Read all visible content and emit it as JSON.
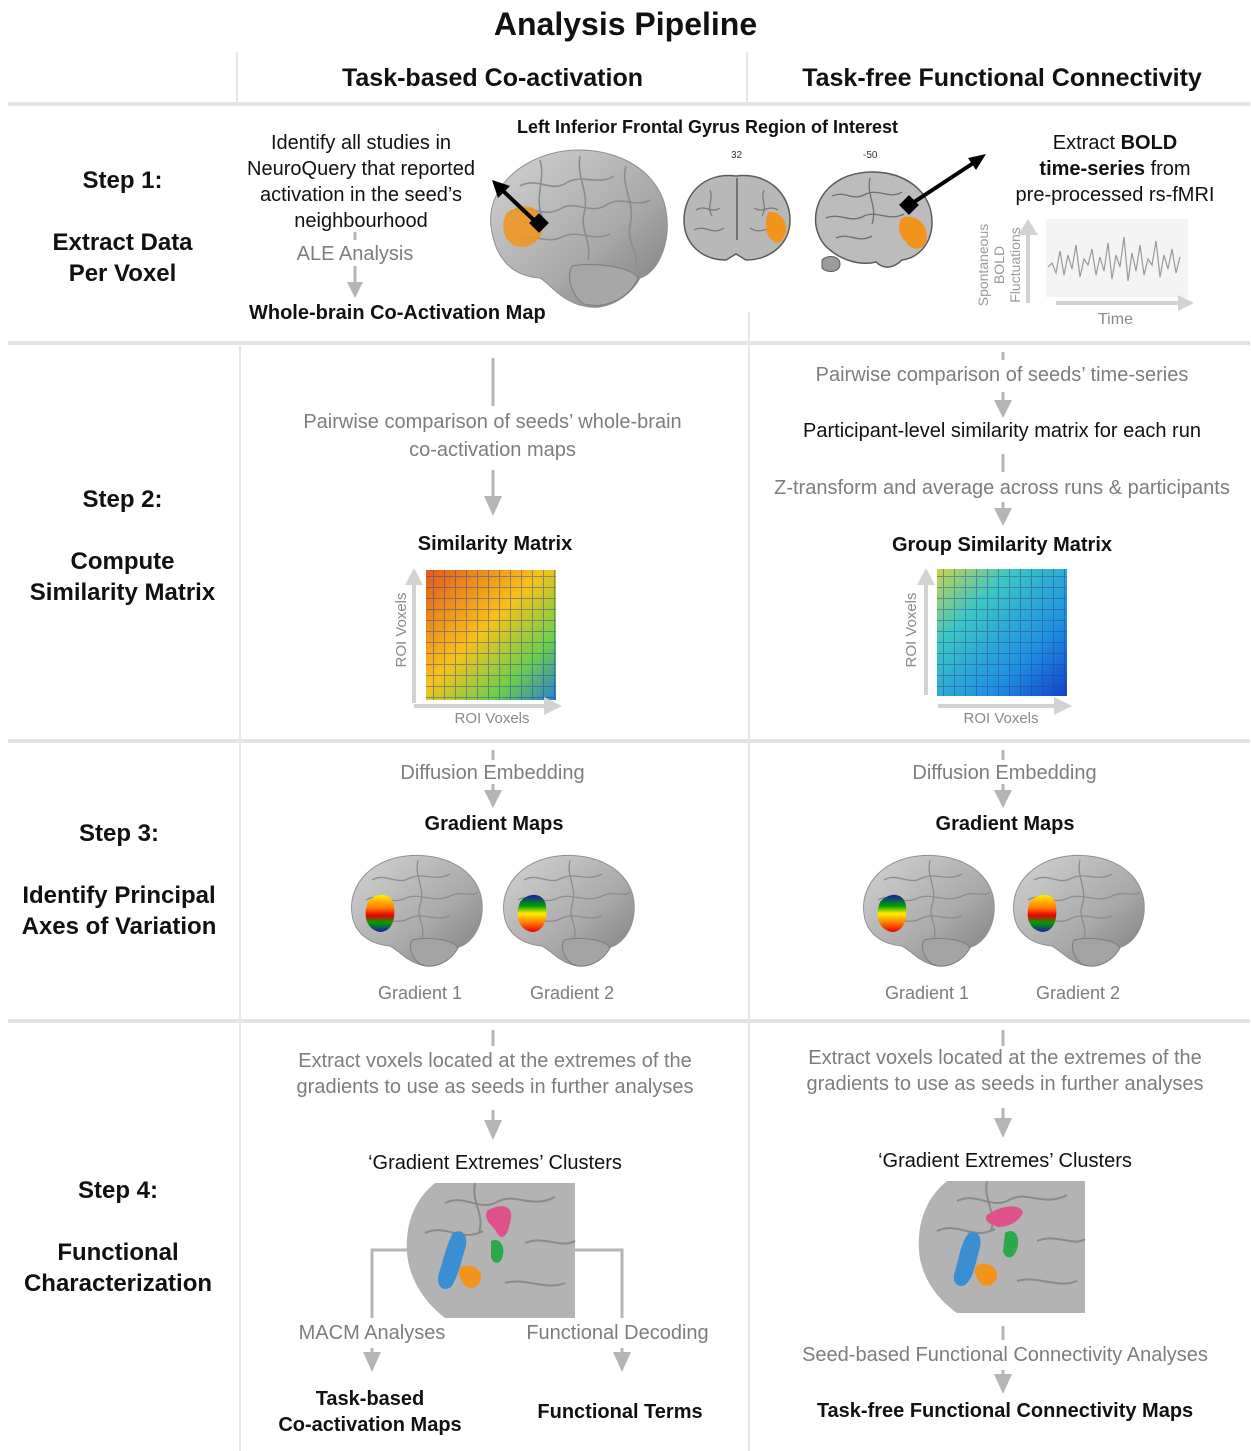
{
  "title": "Analysis Pipeline",
  "columns": {
    "left": "Task-based Co-activation",
    "right": "Task-free Functional Connectivity"
  },
  "steps": [
    {
      "label": "Step 1:",
      "desc_line1": "Extract Data",
      "desc_line2": "Per Voxel"
    },
    {
      "label": "Step 2:",
      "desc_line1": "Compute",
      "desc_line2": "Similarity Matrix"
    },
    {
      "label": "Step 3:",
      "desc_line1": "Identify Principal",
      "desc_line2": "Axes of Variation"
    },
    {
      "label": "Step 4:",
      "desc_line1": "Functional",
      "desc_line2": "Characterization"
    }
  ],
  "step1": {
    "roi_title": "Left Inferior Frontal Gyrus Region of Interest",
    "identify_lines": [
      "Identify all studies in",
      "NeuroQuery that reported",
      "activation in the seed’s",
      "neighbourhood"
    ],
    "ale": "ALE Analysis",
    "whole_brain": "Whole-brain Co-Activation Map",
    "slice_labels": [
      "32",
      "-50"
    ],
    "extract_pre": "Extract ",
    "extract_bold": "BOLD",
    "timeseries_bold": "time-series",
    "timeseries_rest": " from",
    "preprocessed": "pre-processed rs-fMRI",
    "y_axis": [
      "Spontaneous",
      "BOLD",
      "Fluctuations"
    ],
    "x_axis": "Time"
  },
  "step2": {
    "left_pairwise": [
      "Pairwise comparison of seeds’ whole-brain",
      "co-activation maps"
    ],
    "left_matrix_title": "Similarity Matrix",
    "axis_label": "ROI Voxels",
    "right_pairwise": "Pairwise comparison of seeds’ time-series",
    "participant": "Participant-level similarity matrix for each run",
    "ztransform": "Z-transform and average across runs & participants",
    "right_matrix_title": "Group Similarity Matrix"
  },
  "step3": {
    "diffusion": "Diffusion Embedding",
    "gradient_maps": "Gradient Maps",
    "gradient1": "Gradient 1",
    "gradient2": "Gradient 2"
  },
  "step4": {
    "extract_lines": [
      "Extract voxels located at the extremes of the",
      "gradients to use as seeds in further analyses"
    ],
    "clusters": "‘Gradient Extremes’ Clusters",
    "macm": "MACM Analyses",
    "decoding": "Functional Decoding",
    "task_maps": [
      "Task-based",
      "Co-activation Maps"
    ],
    "terms": "Functional Terms",
    "seed_fc": "Seed-based Functional Connectivity  Analyses",
    "taskfree_maps": "Task-free Functional Connectivity Maps"
  },
  "colors": {
    "divider": "#e3e3e3",
    "arrow": "#b5b5b5",
    "activation": "#f2941c"
  }
}
